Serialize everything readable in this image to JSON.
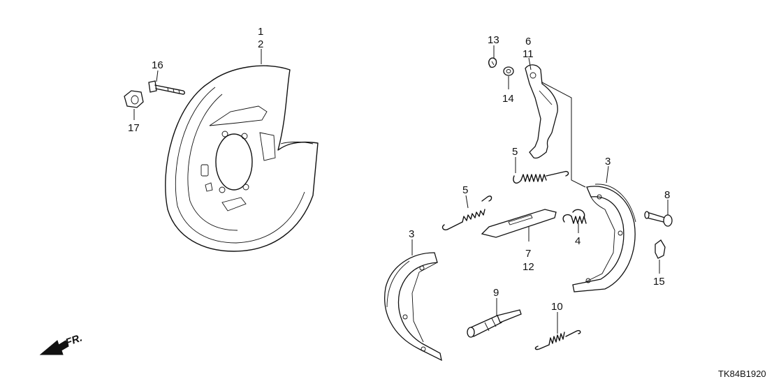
{
  "callouts": {
    "c1": "1",
    "c2": "2",
    "c3a": "3",
    "c3b": "3",
    "c4": "4",
    "c5a": "5",
    "c5b": "5",
    "c6": "6",
    "c7": "7",
    "c8": "8",
    "c9": "9",
    "c10": "10",
    "c11": "11",
    "c12": "12",
    "c13": "13",
    "c14": "14",
    "c15": "15",
    "c16": "16",
    "c17": "17"
  },
  "direction_label": "FR.",
  "diagram_code": "TK84B1920"
}
